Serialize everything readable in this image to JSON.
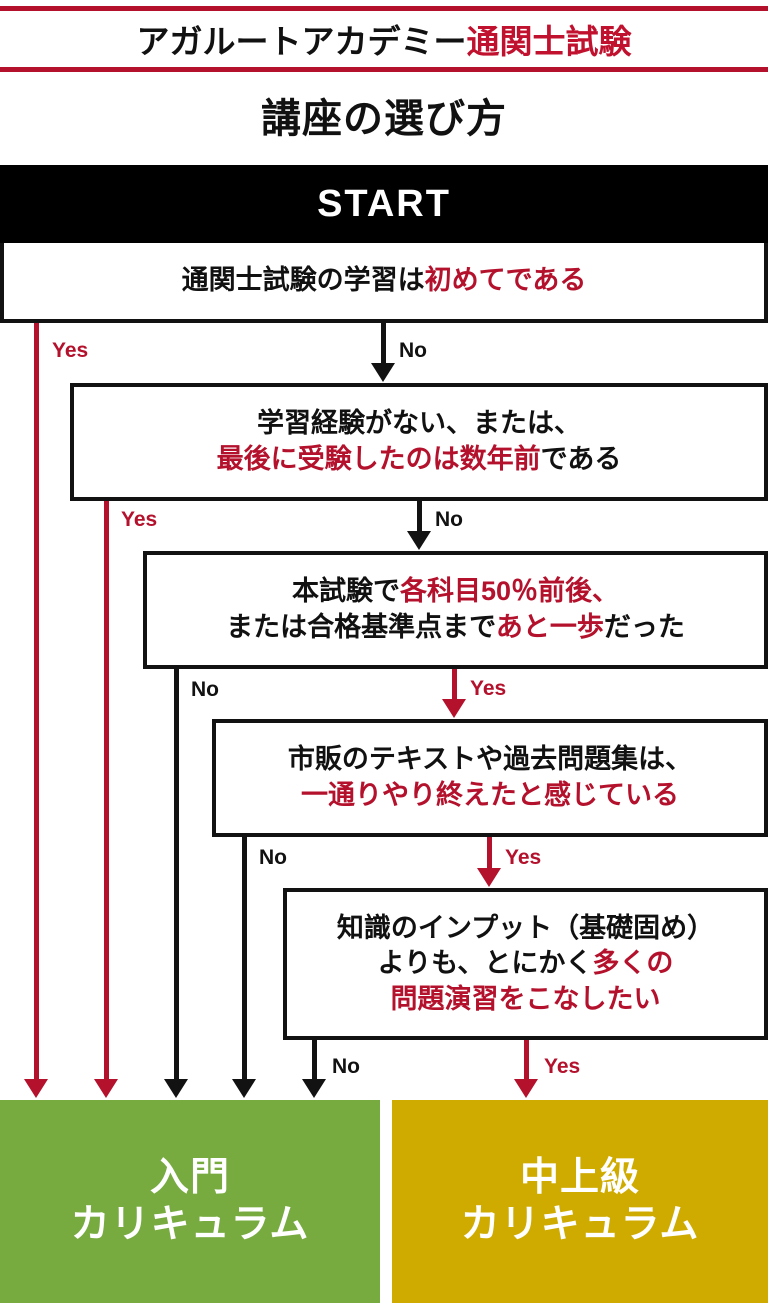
{
  "header": {
    "brand_black": "アガルートアカデミー",
    "brand_red": "通関士試験",
    "subtitle": "講座の選び方"
  },
  "start": {
    "label": "START"
  },
  "colors": {
    "red": "#b4112c",
    "black": "#121212",
    "green": "#77ab40",
    "gold": "#cfab00",
    "white": "#ffffff"
  },
  "boxes": [
    {
      "id": "q1",
      "lines": [
        [
          {
            "text": "通関士試験の学習は",
            "color": "black"
          },
          {
            "text": "初めてである",
            "color": "red"
          }
        ]
      ]
    },
    {
      "id": "q2",
      "lines": [
        [
          {
            "text": "学習経験がない、または、",
            "color": "black"
          }
        ],
        [
          {
            "text": "最後に受験したのは数年前",
            "color": "red"
          },
          {
            "text": "である",
            "color": "black"
          }
        ]
      ]
    },
    {
      "id": "q3",
      "lines": [
        [
          {
            "text": "本試験で",
            "color": "black"
          },
          {
            "text": "各科目50％前後、",
            "color": "red"
          }
        ],
        [
          {
            "text": "または合格基準点まで",
            "color": "black"
          },
          {
            "text": "あと一歩",
            "color": "red"
          },
          {
            "text": "だった",
            "color": "black"
          }
        ]
      ]
    },
    {
      "id": "q4",
      "lines": [
        [
          {
            "text": "市販のテキストや過去問題集は、",
            "color": "black"
          }
        ],
        [
          {
            "text": "一通りやり終えたと感じている",
            "color": "red"
          }
        ]
      ]
    },
    {
      "id": "q5",
      "lines": [
        [
          {
            "text": "知識のインプット（基礎固め）",
            "color": "black"
          }
        ],
        [
          {
            "text": "よりも、とにかく",
            "color": "black"
          },
          {
            "text": "多くの",
            "color": "red"
          }
        ],
        [
          {
            "text": "問題演習をこなしたい",
            "color": "red"
          }
        ]
      ]
    }
  ],
  "edge_labels": {
    "q1_yes": "Yes",
    "q1_no": "No",
    "q2_yes": "Yes",
    "q2_no": "No",
    "q3_no": "No",
    "q3_yes": "Yes",
    "q4_no": "No",
    "q4_yes": "Yes",
    "q5_no": "No",
    "q5_yes": "Yes"
  },
  "results": {
    "green": {
      "line1": "入門",
      "line2": "カリキュラム"
    },
    "gold": {
      "line1": "中上級",
      "line2": "カリキュラム"
    }
  }
}
